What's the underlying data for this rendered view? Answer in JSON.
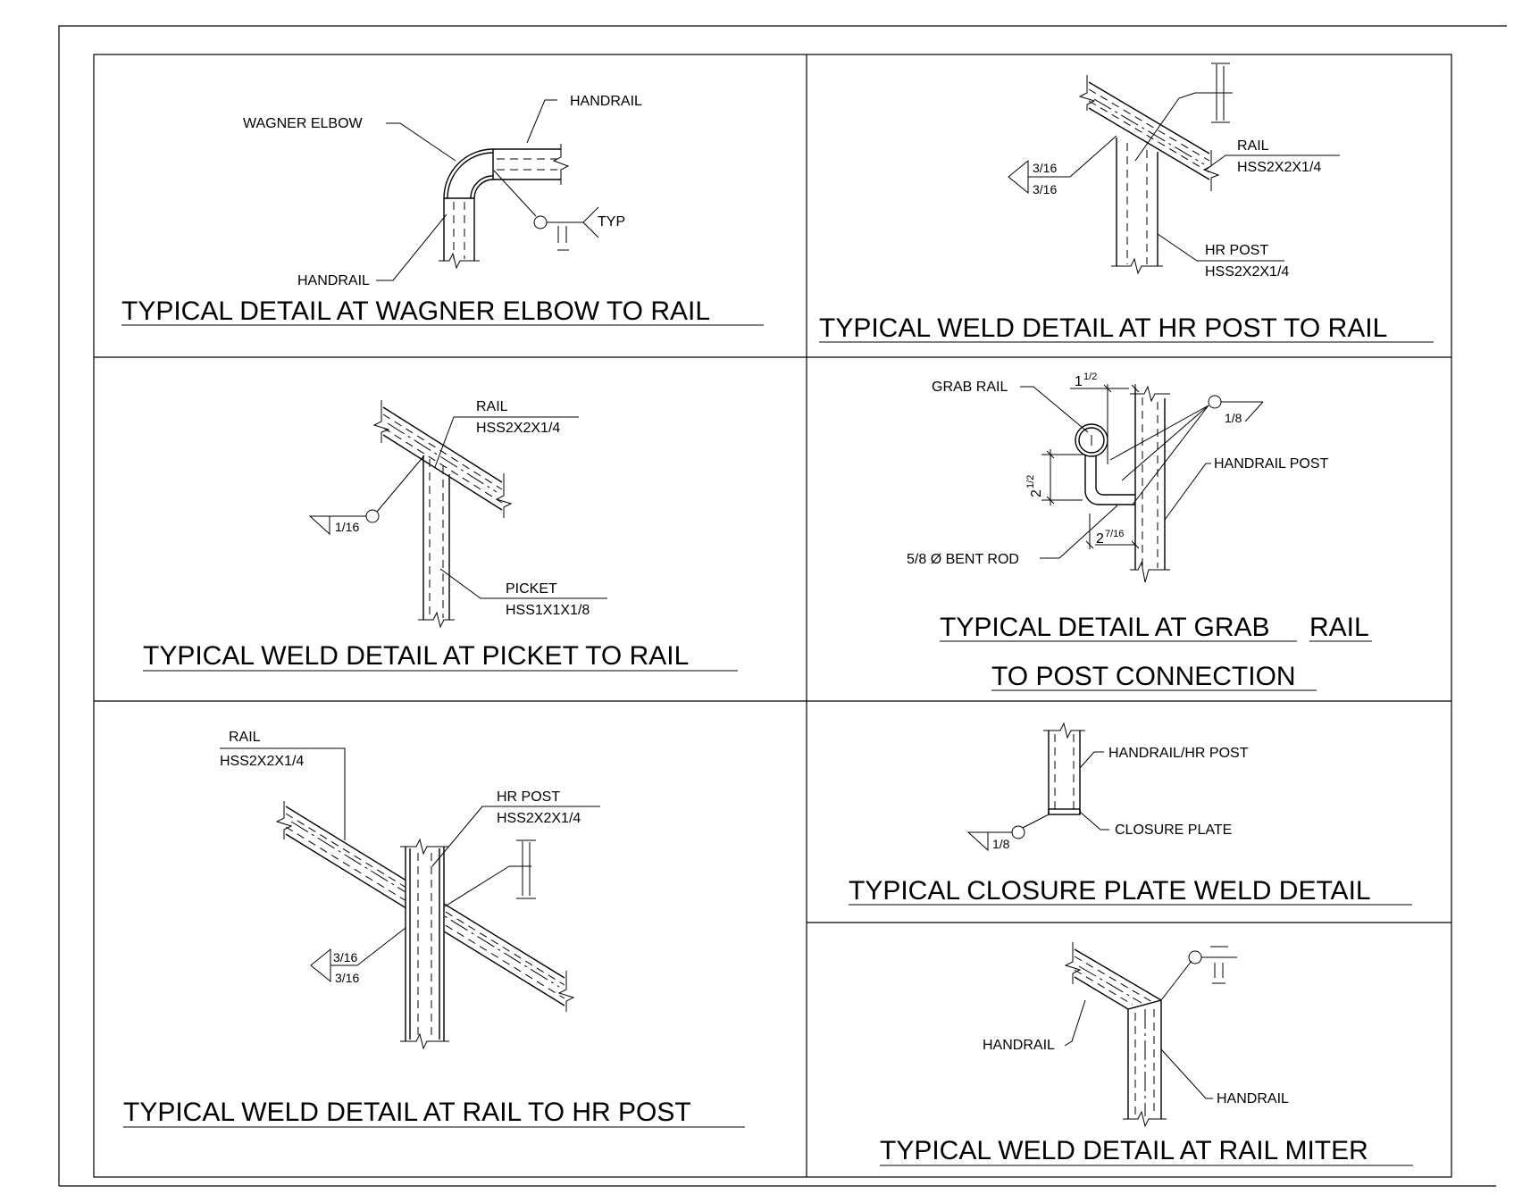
{
  "sheet": {
    "background": "#ffffff",
    "line_color": "#000000"
  },
  "details": {
    "wagner": {
      "title": "TYPICAL DETAIL AT WAGNER ELBOW TO RAIL",
      "labels": {
        "wagner_elbow": "WAGNER ELBOW",
        "handrail_top": "HANDRAIL",
        "handrail_bottom": "HANDRAIL",
        "typ": "TYP"
      }
    },
    "hr_post_to_rail": {
      "title": "TYPICAL WELD DETAIL AT HR POST TO RAIL",
      "labels": {
        "rail": "RAIL",
        "rail_size": "HSS2X2X1/4",
        "post": "HR POST",
        "post_size": "HSS2X2X1/4",
        "weld_top": "3/16",
        "weld_bottom": "3/16"
      }
    },
    "picket": {
      "title": "TYPICAL WELD DETAIL AT PICKET TO RAIL",
      "labels": {
        "rail": "RAIL",
        "rail_size": "HSS2X2X1/4",
        "picket": "PICKET",
        "picket_size": "HSS1X1X1/8",
        "weld": "1/16"
      }
    },
    "grab_rail": {
      "title_line1_a": "TYPICAL DETAIL AT GRAB",
      "title_line1_b": "RAIL",
      "title_line2": "TO POST CONNECTION",
      "labels": {
        "grab_rail": "GRAB RAIL",
        "handrail_post": "HANDRAIL POST",
        "bent_rod": "5/8 Ø BENT ROD",
        "weld": "1/8",
        "dim_top_whole": "1",
        "dim_top_frac": "1/2",
        "dim_left_whole": "2",
        "dim_left_frac": "1/2",
        "dim_bottom_whole": "2",
        "dim_bottom_frac": "7/16"
      }
    },
    "rail_to_post": {
      "title": "TYPICAL WELD DETAIL AT RAIL TO HR POST",
      "labels": {
        "rail": "RAIL",
        "rail_size": "HSS2X2X1/4",
        "post": "HR POST",
        "post_size": "HSS2X2X1/4",
        "weld_top": "3/16",
        "weld_bottom": "3/16"
      }
    },
    "closure": {
      "title": "TYPICAL CLOSURE PLATE WELD DETAIL",
      "labels": {
        "post": "HANDRAIL/HR POST",
        "plate": "CLOSURE PLATE",
        "weld": "1/8"
      }
    },
    "miter": {
      "title": "TYPICAL WELD DETAIL AT RAIL MITER",
      "labels": {
        "handrail_left": "HANDRAIL",
        "handrail_right": "HANDRAIL"
      }
    }
  }
}
